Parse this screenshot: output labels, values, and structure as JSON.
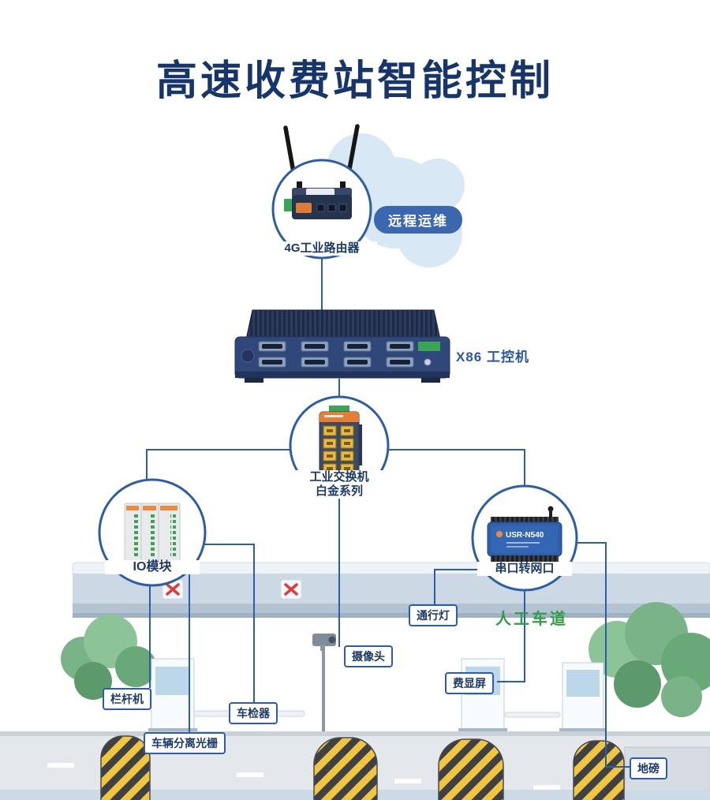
{
  "title": "高速收费站智能控制",
  "colors": {
    "accent_line": "#2b5da8",
    "title_text": "#17356d",
    "badge_bg": "#3a67ae",
    "label_text": "#1c3a66",
    "manual_lane_green": "#2f9e45",
    "cloud": "#d9e8f5"
  },
  "nodes": {
    "router": {
      "label": "4G工业路由器",
      "badge": "远程运维"
    },
    "ipc": {
      "label": "X86 工控机"
    },
    "switch": {
      "label_line1": "工业交换机",
      "label_line2": "白金系列"
    },
    "io_module": {
      "label": "IO模块"
    },
    "serial_server": {
      "label": "串口转网口",
      "device_text": "USR-N540"
    }
  },
  "scene_labels": {
    "barrier_machine": "栏杆机",
    "vehicle_separation_grating": "车辆分离光栅",
    "vehicle_detector": "车检器",
    "camera": "摄像头",
    "pass_light": "通行灯",
    "fee_display": "费显屏",
    "weighbridge": "地磅",
    "manual_lane": "人工车道"
  }
}
